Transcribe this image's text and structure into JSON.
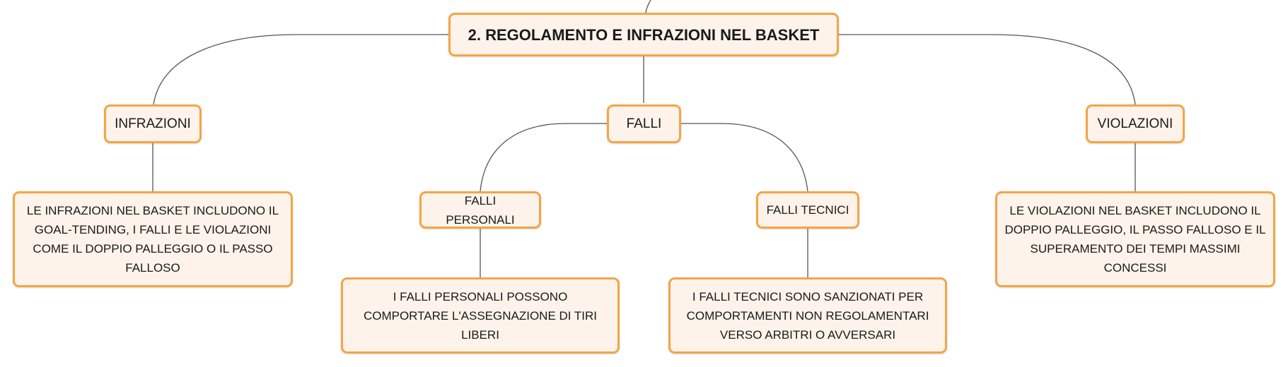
{
  "root": {
    "title": "2. REGOLAMENTO E INFRAZIONI NEL BASKET"
  },
  "categories": [
    {
      "label": "INFRAZIONI"
    },
    {
      "label": "FALLI"
    },
    {
      "label": "VIOLAZIONI"
    }
  ],
  "subcategories": [
    {
      "label": "FALLI PERSONALI"
    },
    {
      "label": "FALLI TECNICI"
    }
  ],
  "descriptions": {
    "infrazioni": "LE INFRAZIONI NEL BASKET INCLUDONO IL GOAL-TENDING, I FALLI E LE VIOLAZIONI COME IL DOPPIO PALLEGGIO O IL PASSO FALLOSO",
    "falli_personali": "I FALLI PERSONALI POSSONO COMPORTARE L'ASSEGNAZIONE DI TIRI LIBERI",
    "falli_tecnici": "I FALLI TECNICI SONO SANZIONATI PER COMPORTAMENTI NON REGOLAMENTARI VERSO ARBITRI O AVVERSARI",
    "violazioni": "LE VIOLAZIONI NEL BASKET INCLUDONO IL DOPPIO PALLEGGIO, IL PASSO FALLOSO E IL SUPERAMENTO DEI TEMPI MASSIMI CONCESSI"
  },
  "colors": {
    "node_border": "#f5a447",
    "node_fill": "#fdf3ea",
    "connector": "#555555"
  }
}
